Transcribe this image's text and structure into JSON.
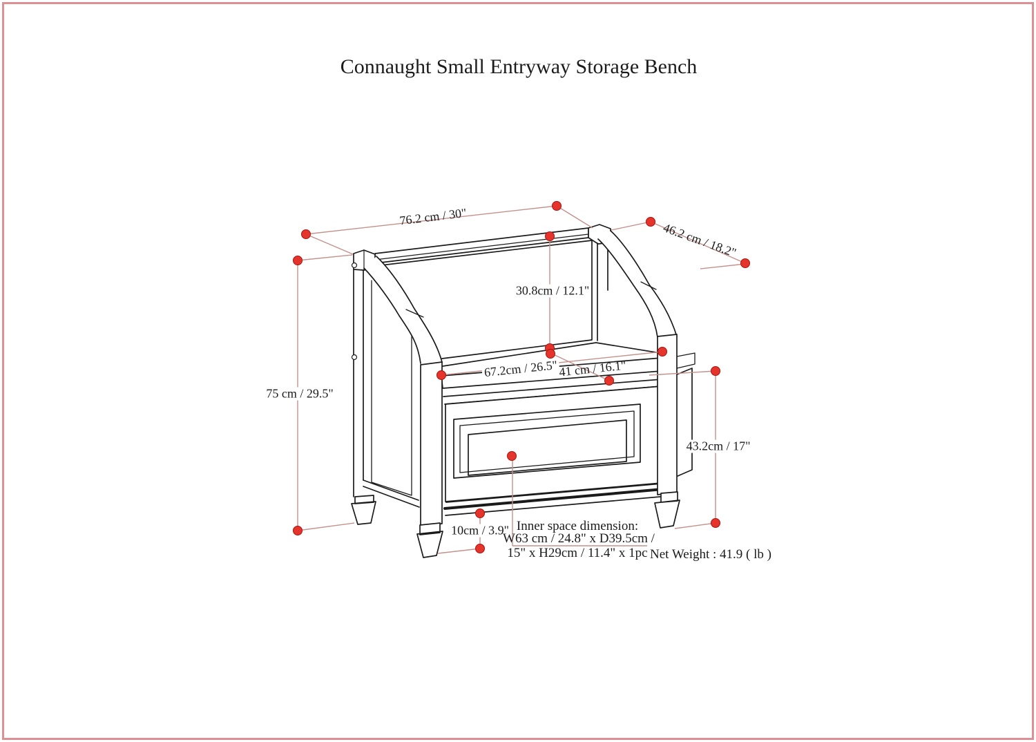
{
  "page": {
    "title": "Connaught Small Entryway Storage Bench"
  },
  "dimensions": {
    "overall_width": "76.2 cm / 30\"",
    "overall_depth": "46.2 cm / 18.2\"",
    "backrest_height": "30.8cm / 12.1\"",
    "overall_height": "75 cm / 29.5\"",
    "seat_width": "67.2cm / 26.5\"",
    "seat_depth": "41 cm / 16.1\"",
    "storage_height": "43.2cm / 17\"",
    "leg_height": "10cm / 3.9\""
  },
  "notes": {
    "inner_space_heading": "Inner space dimension:",
    "inner_space_line1": "W63 cm / 24.8\" x D39.5cm /",
    "inner_space_line2": "15\" x H29cm / 11.4\" x 1pc",
    "net_weight": "Net Weight : 41.9 ( lb )"
  },
  "colors": {
    "page_border": "#dc9094",
    "dimension_line": "#c4908c",
    "marker_dot": "#e5342b",
    "marker_dot_edge": "#a81410",
    "drawing_ink": "#1a1a1a"
  }
}
